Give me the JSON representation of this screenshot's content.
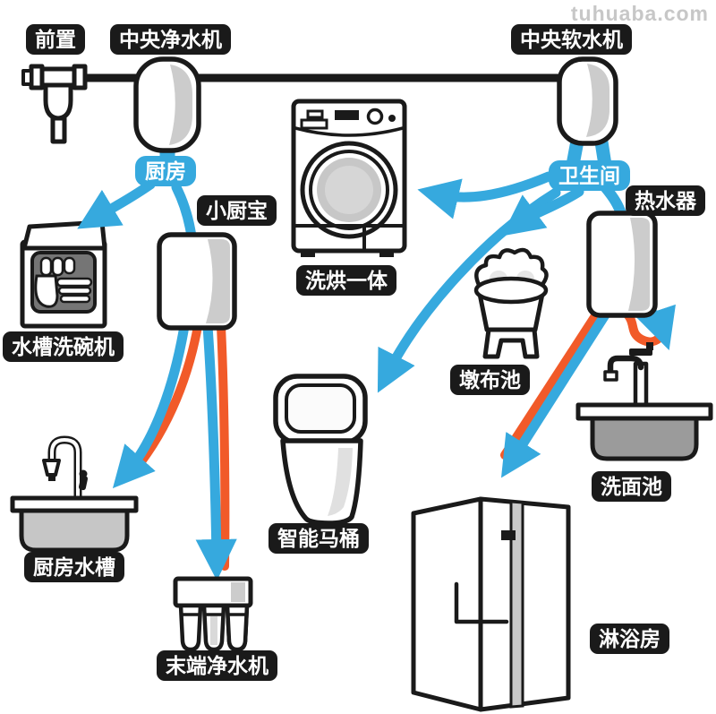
{
  "watermark": "tuhuaba.com",
  "colors": {
    "pipe_blue": "#36a9de",
    "pipe_hot": "#f15a29",
    "ink": "#1a1a1a",
    "shade": "#cccccc",
    "watermark": "#c7c7c7"
  },
  "labels": {
    "prefilter": "前置",
    "central_purifier": "中央净水机",
    "central_softener": "中央软水机",
    "kitchen": "厨房",
    "instant_heater": "小厨宝",
    "washer_dryer": "洗烘一体",
    "sink_dishwasher": "水槽洗碗机",
    "bathroom": "卫生间",
    "water_heater": "热水器",
    "mop_pool": "墩布池",
    "wash_basin": "洗面池",
    "kitchen_sink": "厨房水槽",
    "smart_toilet": "智能马桶",
    "terminal_purifier": "末端净水机",
    "shower_room": "淋浴房"
  },
  "connections": [
    {
      "from": "前置",
      "to": "中央净水机",
      "type": "mains"
    },
    {
      "from": "中央净水机",
      "to": "中央软水机",
      "type": "mains"
    },
    {
      "from": "中央净水机",
      "to": "厨房",
      "type": "cold"
    },
    {
      "from": "厨房",
      "to": "水槽洗碗机",
      "type": "cold"
    },
    {
      "from": "厨房",
      "to": "小厨宝",
      "type": "cold"
    },
    {
      "from": "小厨宝",
      "to": "厨房水槽",
      "type": "cold_hot"
    },
    {
      "from": "小厨宝",
      "to": "末端净水机",
      "type": "cold_hot"
    },
    {
      "from": "中央软水机",
      "to": "卫生间",
      "type": "cold"
    },
    {
      "from": "卫生间",
      "to": "洗烘一体",
      "type": "cold"
    },
    {
      "from": "卫生间",
      "to": "智能马桶",
      "type": "cold"
    },
    {
      "from": "卫生间",
      "to": "墩布池",
      "type": "cold"
    },
    {
      "from": "卫生间",
      "to": "热水器",
      "type": "cold"
    },
    {
      "from": "热水器",
      "to": "淋浴房",
      "type": "cold_hot"
    },
    {
      "from": "热水器",
      "to": "洗面池",
      "type": "hot"
    }
  ]
}
